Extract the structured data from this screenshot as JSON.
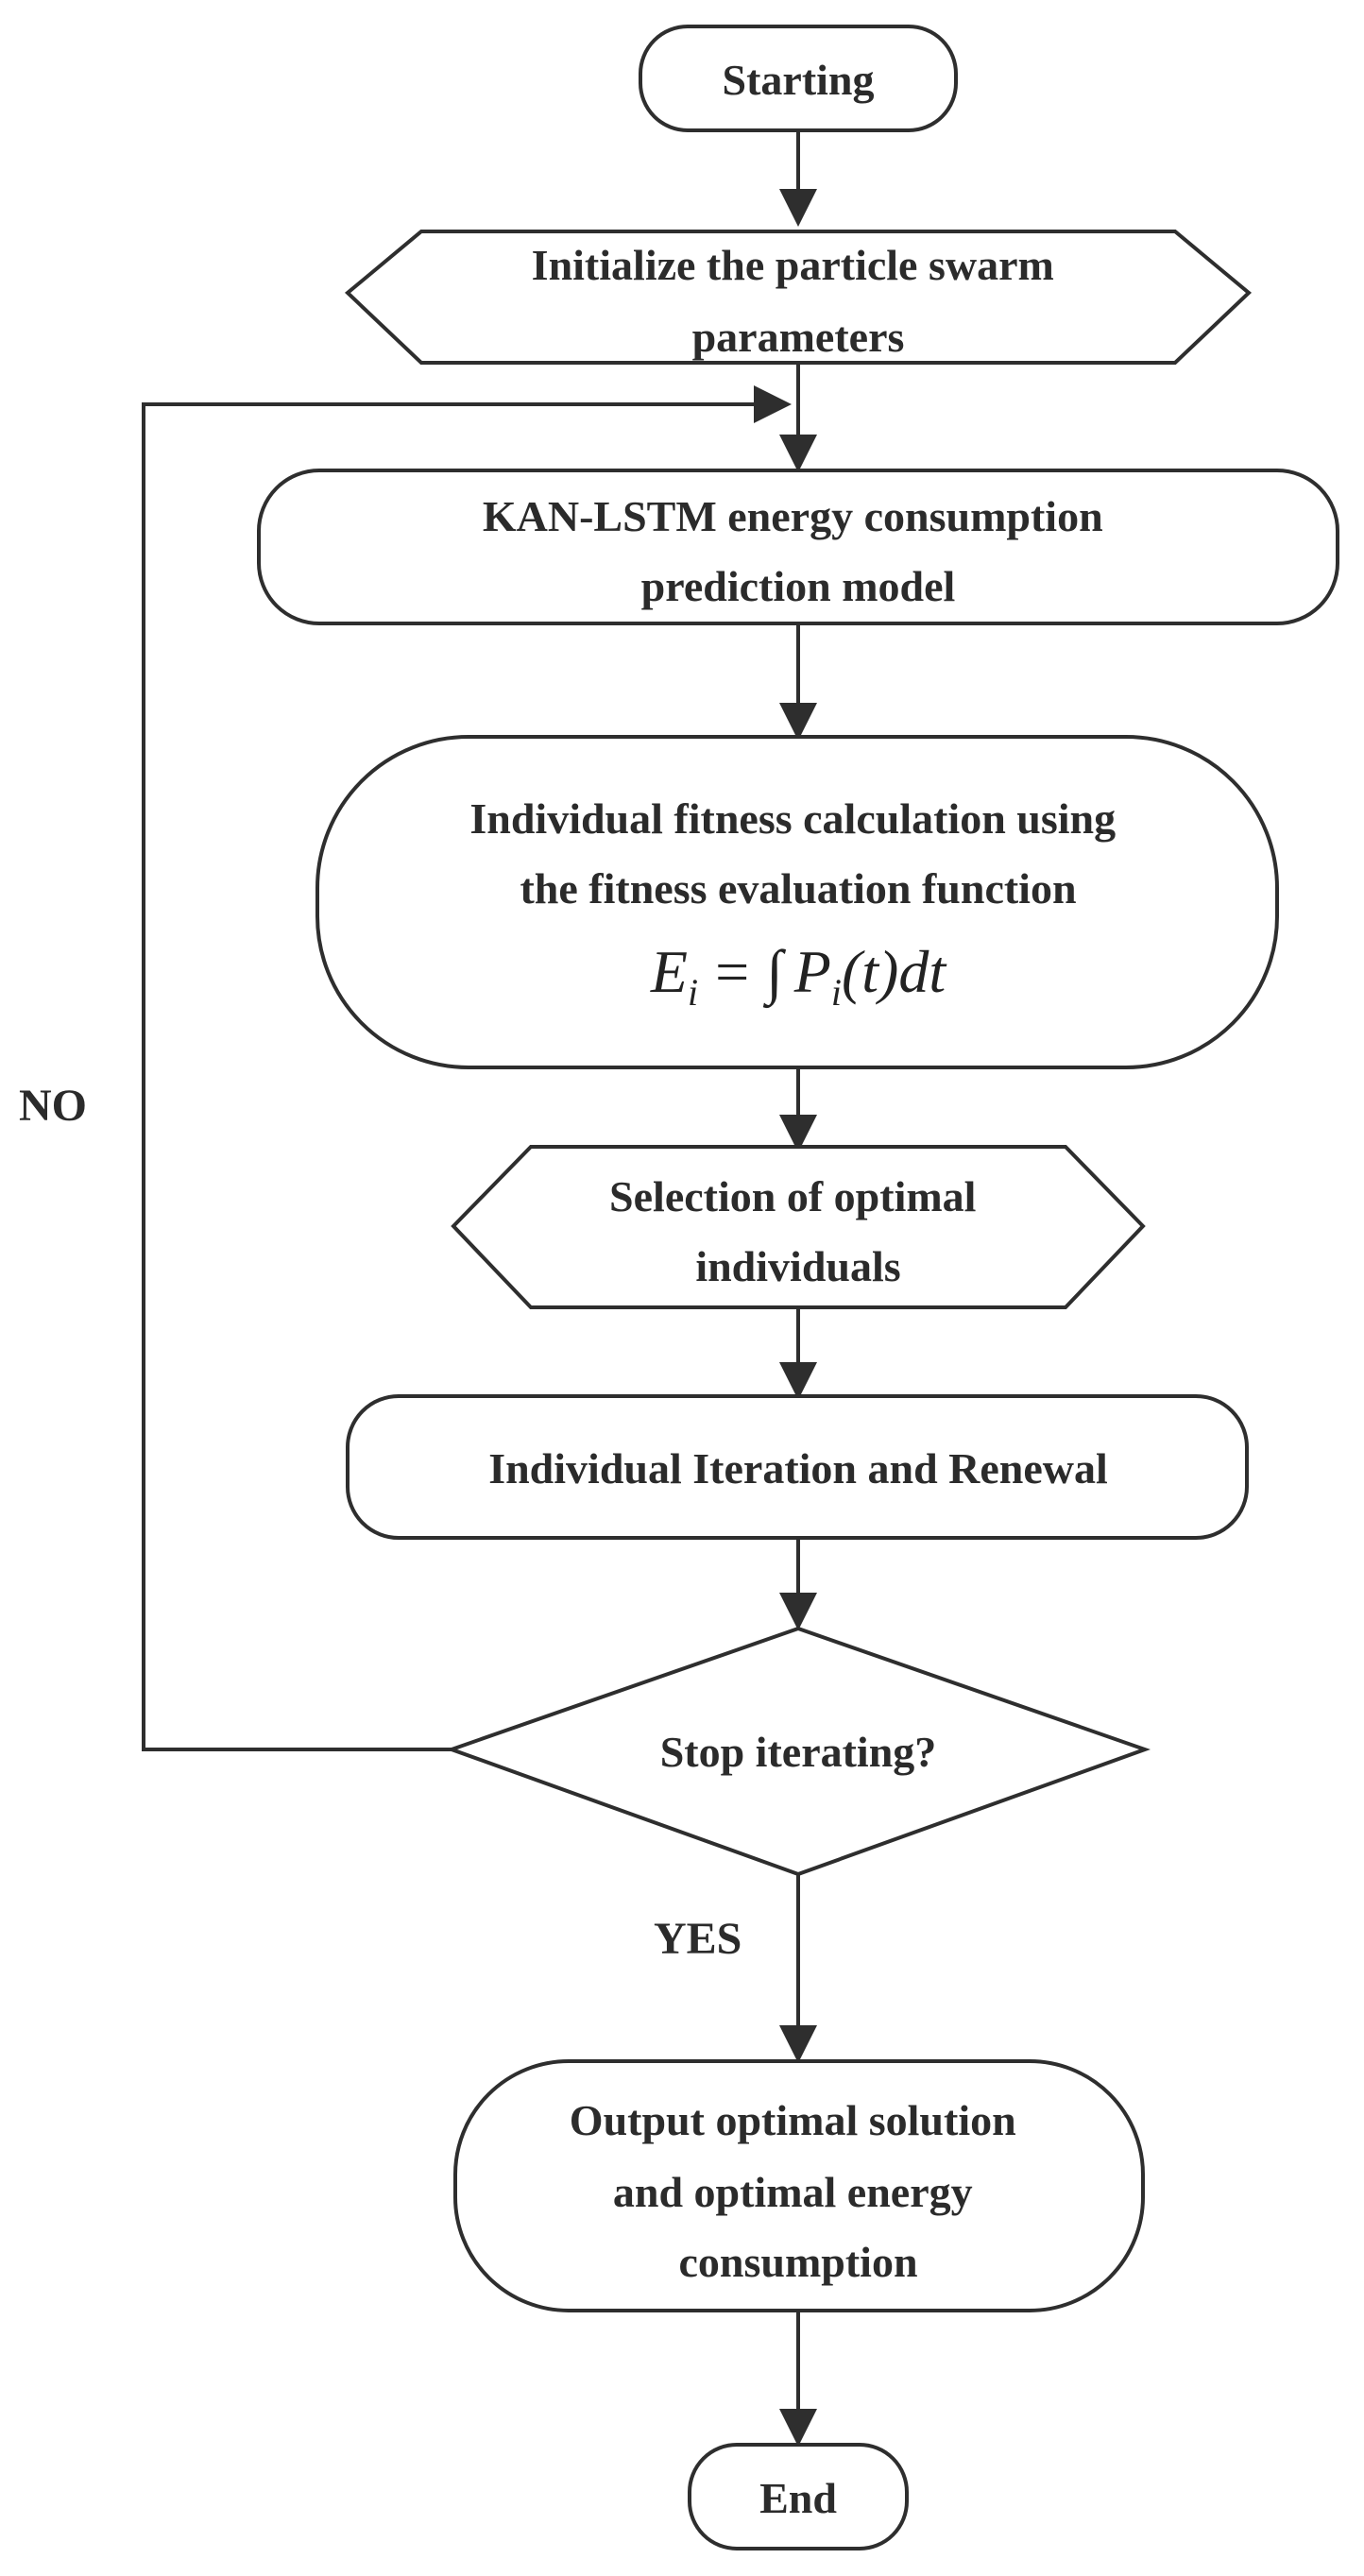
{
  "flowchart": {
    "start": "Starting",
    "init": [
      "Initialize the particle swarm",
      "parameters"
    ],
    "model": [
      "KAN-LSTM energy consumption",
      "prediction model"
    ],
    "fitness": [
      "Individual fitness calculation using",
      "the fitness evaluation function"
    ],
    "formula": {
      "lhs": "E",
      "lhs_sub": "i",
      "eq": "=",
      "integral": "∫",
      "p": "P",
      "p_sub": "i",
      "arg": "(t)",
      "d": "dt"
    },
    "selection": [
      "Selection of optimal",
      "individuals"
    ],
    "iteration": "Individual Iteration and Renewal",
    "decision": "Stop iterating?",
    "no_label": "NO",
    "yes_label": "YES",
    "output": [
      "Output optimal solution",
      "and optimal energy",
      "consumption"
    ],
    "end": "End"
  }
}
